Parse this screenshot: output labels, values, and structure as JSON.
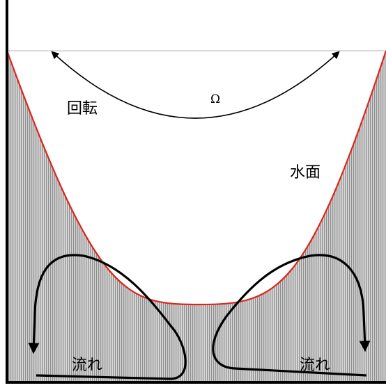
{
  "labels": {
    "rotation": "回転",
    "omega": "Ω",
    "water_surface": "水面",
    "flow_left": "流れ",
    "flow_right": "流れ"
  },
  "colors": {
    "surface_curve": "#e0241b",
    "water_fill": "#9a9a9a",
    "water_hatch": "#d8d8d8",
    "container_wall": "#000000",
    "rim_line": "#b5b5b5",
    "arrows": "#000000"
  },
  "icons": {
    "rotation_arrow": "double-headed-arc-arrow",
    "flow_arrow": "closed-loop-arrow"
  }
}
